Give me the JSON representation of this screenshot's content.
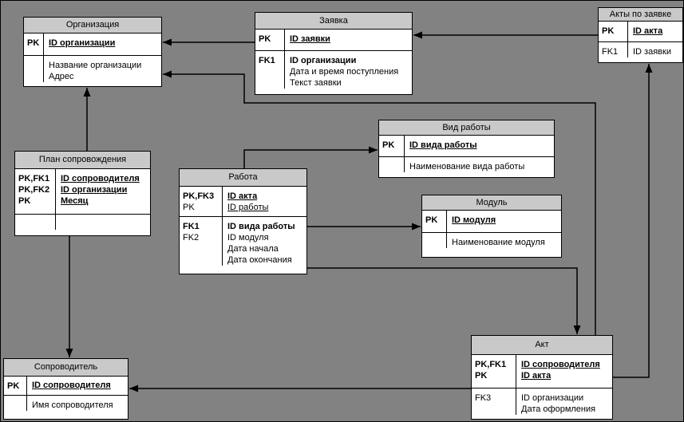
{
  "diagram": {
    "type": "entity-relationship-diagram",
    "background_color": "#828282",
    "entity_header_fill": "#c9c9c9",
    "line_color": "#000000",
    "entities": [
      {
        "id": "organizaciya",
        "title": "Организация",
        "key_rows": [
          {
            "key": "PK",
            "field": "ID организации"
          }
        ],
        "attr_rows": [
          {
            "key": "",
            "field": "Название организации"
          },
          {
            "key": "",
            "field": "Адрес"
          }
        ]
      },
      {
        "id": "zayavka",
        "title": "Заявка",
        "key_rows": [
          {
            "key": "PK",
            "field": "ID заявки"
          }
        ],
        "attr_rows": [
          {
            "key": "FK1",
            "field": "ID организации"
          },
          {
            "key": "",
            "field": "Дата и время поступления"
          },
          {
            "key": "",
            "field": "Текст заявки"
          }
        ]
      },
      {
        "id": "akty-po-zayavke",
        "title": "Акты по заявке",
        "key_rows": [
          {
            "key": "PK",
            "field": "ID акта"
          }
        ],
        "attr_rows": [
          {
            "key": "FK1",
            "field": "ID заявки"
          }
        ]
      },
      {
        "id": "vid-raboty",
        "title": "Вид работы",
        "key_rows": [
          {
            "key": "PK",
            "field": "ID вида работы"
          }
        ],
        "attr_rows": [
          {
            "key": "",
            "field": "Наименование вида работы"
          }
        ]
      },
      {
        "id": "plan-soprovozhdeniya",
        "title": "План сопровождения",
        "key_rows": [
          {
            "key": "PK,FK1",
            "field": "ID сопроводителя"
          },
          {
            "key": "PK,FK2",
            "field": "ID организации"
          },
          {
            "key": "PK",
            "field": "Месяц"
          }
        ],
        "attr_rows": [
          {
            "key": "",
            "field": ""
          }
        ]
      },
      {
        "id": "rabota",
        "title": "Работа",
        "key_rows": [
          {
            "key": "PK,FK3",
            "field": "ID акта"
          },
          {
            "key": "PK",
            "field": "ID работы"
          }
        ],
        "attr_rows": [
          {
            "key": "FK1",
            "field": "ID вида работы"
          },
          {
            "key": "FK2",
            "field": "ID модуля"
          },
          {
            "key": "",
            "field": "Дата начала"
          },
          {
            "key": "",
            "field": "Дата окончания"
          }
        ]
      },
      {
        "id": "modul",
        "title": "Модуль",
        "key_rows": [
          {
            "key": "PK",
            "field": "ID модуля"
          }
        ],
        "attr_rows": [
          {
            "key": "",
            "field": "Наименование модуля"
          }
        ]
      },
      {
        "id": "akt",
        "title": "Акт",
        "key_rows": [
          {
            "key": "PK,FK1",
            "field": "ID сопроводителя"
          },
          {
            "key": "PK",
            "field": "ID акта"
          }
        ],
        "attr_rows": [
          {
            "key": "FK3",
            "field": "ID организации"
          },
          {
            "key": "",
            "field": "Дата оформления"
          }
        ]
      },
      {
        "id": "soprovoditel",
        "title": "Сопроводитель",
        "key_rows": [
          {
            "key": "PK",
            "field": "ID сопроводителя"
          }
        ],
        "attr_rows": [
          {
            "key": "",
            "field": "Имя сопроводителя"
          }
        ]
      }
    ],
    "relationships": [
      {
        "from": "Заявка",
        "to": "Организация"
      },
      {
        "from": "Акт",
        "to": "Организация"
      },
      {
        "from": "План сопровождения",
        "to": "Организация"
      },
      {
        "from": "План сопровождения",
        "to": "Сопроводитель"
      },
      {
        "from": "Акт",
        "to": "Сопроводитель"
      },
      {
        "from": "Акты по заявке",
        "to": "Заявка"
      },
      {
        "from": "Акт",
        "to": "Акты по заявке"
      },
      {
        "from": "Работа",
        "to": "Вид работы"
      },
      {
        "from": "Работа",
        "to": "Модуль"
      },
      {
        "from": "Работа",
        "to": "Акт"
      }
    ]
  }
}
